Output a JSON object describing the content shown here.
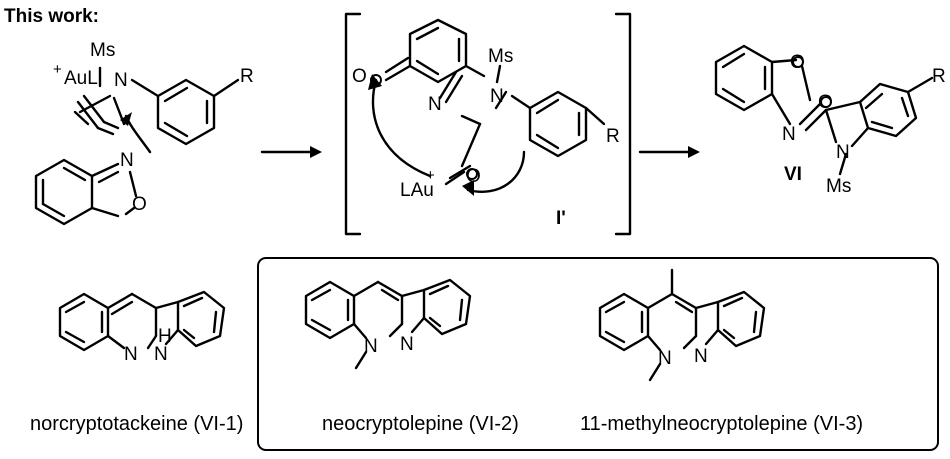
{
  "title": "This work:",
  "reactant": {
    "ms": "Ms",
    "n": "N",
    "r": "R",
    "aul": "AuL",
    "charge": "+"
  },
  "isoxazole": {
    "n": "N",
    "o": "O"
  },
  "intermediate": {
    "o_carbonyl": "O",
    "n_imine": "N",
    "n_amide": "N",
    "ms": "Ms",
    "r": "R",
    "lau": "LAu",
    "charge": "+",
    "o_enol": "O",
    "label": "I'"
  },
  "product": {
    "o_top": "O",
    "o_right": "O",
    "n_imine": "N",
    "n_amide": "N",
    "r": "R",
    "ms": "Ms",
    "label": "VI"
  },
  "natural_products": [
    {
      "name": "norcryptotackeine (VI-1)",
      "atoms": [
        "N",
        "N",
        "H"
      ]
    },
    {
      "name": "neocryptolepine (VI-2)",
      "atoms": [
        "N",
        "N"
      ]
    },
    {
      "name": "11-methylneocryptolepine (VI-3)",
      "atoms": [
        "N",
        "N"
      ]
    }
  ]
}
